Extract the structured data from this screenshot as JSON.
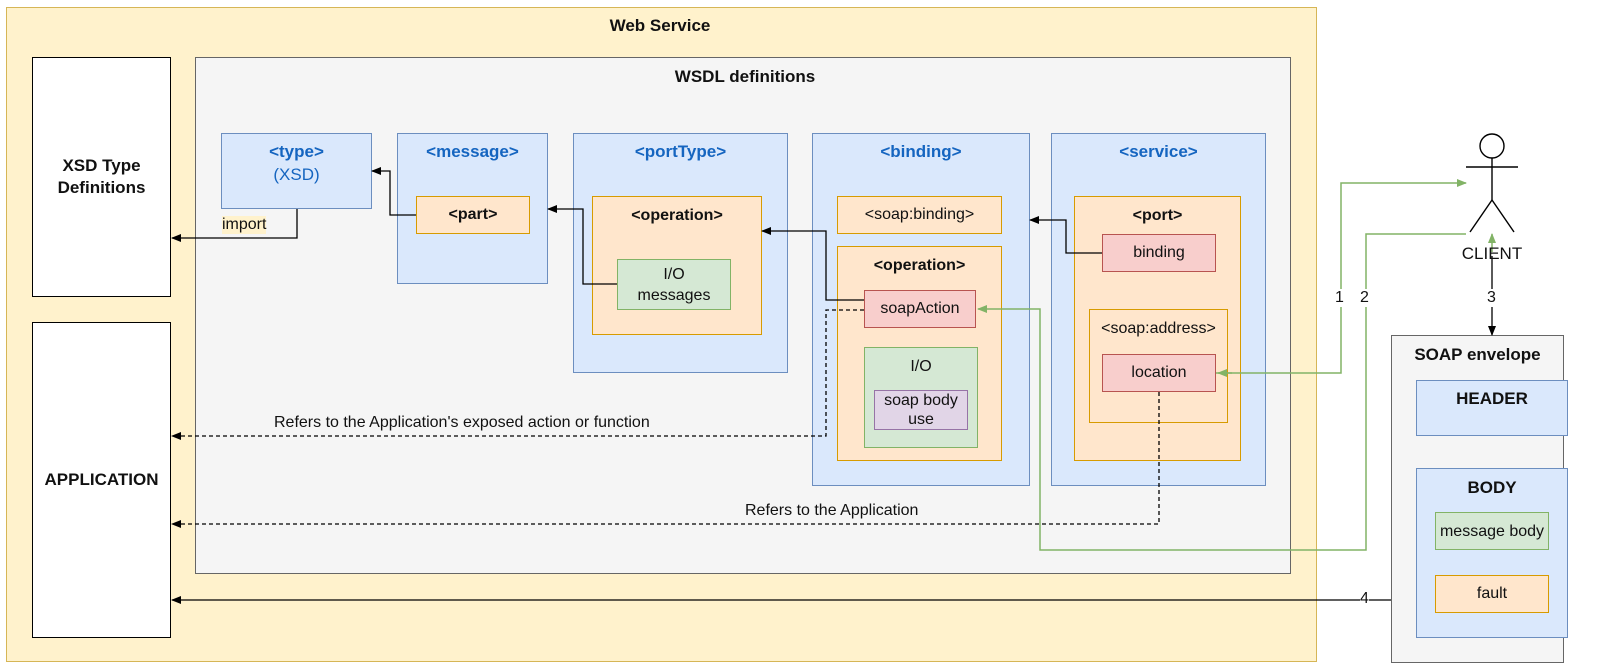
{
  "web_service": {
    "title": "Web Service"
  },
  "xsd_defs": {
    "label": "XSD Type Definitions"
  },
  "application": {
    "label": "APPLICATION"
  },
  "wsdl": {
    "title": "WSDL definitions",
    "type": {
      "title": "<type>",
      "subtitle": "(XSD)"
    },
    "message": {
      "title": "<message>",
      "part": "<part>"
    },
    "porttype": {
      "title": "<portType>",
      "operation": "<operation>",
      "io_messages": "I/O messages"
    },
    "binding": {
      "title": "<binding>",
      "soap_binding": "<soap:binding>",
      "operation": "<operation>",
      "soap_action": "soapAction",
      "io": "I/O",
      "soap_body_use": "soap body use"
    },
    "service": {
      "title": "<service>",
      "port": "<port>",
      "binding": "binding",
      "soap_address": "<soap:address>",
      "location": "location"
    }
  },
  "client": {
    "label": "CLIENT"
  },
  "soap_envelope": {
    "title": "SOAP envelope",
    "header": "HEADER",
    "body": "BODY",
    "message_body": "message body",
    "fault": "fault"
  },
  "edge_labels": {
    "import": "import",
    "refers_action": "Refers to the Application's exposed action or function",
    "refers_app": "Refers to the Application",
    "n1": "1",
    "n2": "2",
    "n3": "3",
    "n4": "4"
  },
  "colors": {
    "green_edge": "#82b366",
    "black_edge": "#000000",
    "blue_title": "#1565c0"
  }
}
